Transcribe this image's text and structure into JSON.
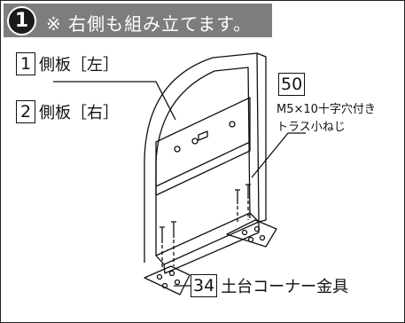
{
  "step": {
    "number": "1",
    "title": "※ 右側も組み立てます。"
  },
  "parts": [
    {
      "num": "1",
      "name": "側板［左］"
    },
    {
      "num": "2",
      "name": "側板［右］"
    },
    {
      "num": "50",
      "name_line1": "M5×10十字穴付き",
      "name_line2": "トラス小ねじ"
    },
    {
      "num": "34",
      "name": "土台コーナー金具"
    }
  ]
}
